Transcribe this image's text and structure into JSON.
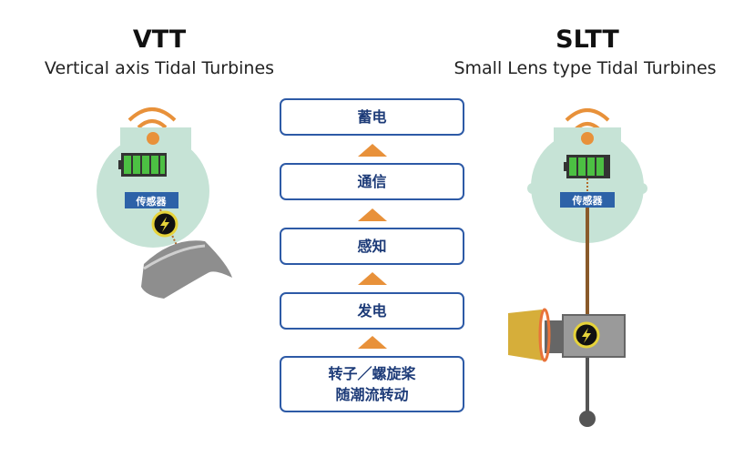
{
  "left": {
    "title": "VTT",
    "subtitle": "Vertical axis Tidal Turbines",
    "sensor_label": "传感器"
  },
  "right": {
    "title": "SLTT",
    "subtitle": "Small Lens type Tidal Turbines",
    "sensor_label": "传感器"
  },
  "flow": {
    "steps": [
      {
        "lines": [
          "蓄电"
        ]
      },
      {
        "lines": [
          "通信"
        ]
      },
      {
        "lines": [
          "感知"
        ]
      },
      {
        "lines": [
          "发电"
        ]
      },
      {
        "lines": [
          "转子／螺旋桨",
          "随潮流转动"
        ]
      }
    ]
  },
  "colors": {
    "box_border": "#2d5aa6",
    "arrow": "#e8913a",
    "body": "#c6e3d6",
    "battery": "#4cc043",
    "sensor": "#2d62a8"
  }
}
